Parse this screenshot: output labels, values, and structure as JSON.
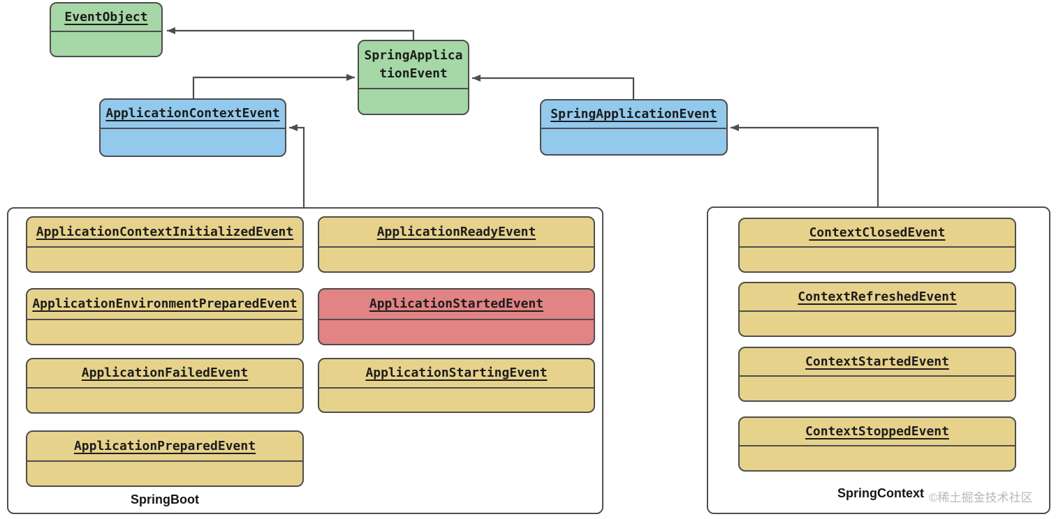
{
  "colors": {
    "green": "#a6d7a6",
    "blue": "#92c9ec",
    "yellow": "#e7d28c",
    "red": "#e28384",
    "line": "#4d4d4d",
    "container_background": "#ffffff",
    "class_text": "#1c1c1c",
    "watermark_text_color": "#b6b9be"
  },
  "top_classes": {
    "event_object": "EventObject",
    "spring_application_event_abstract_line1": "SpringApplica",
    "spring_application_event_abstract_line2": "tionEvent",
    "application_context_event": "ApplicationContextEvent",
    "spring_application_event": "SpringApplicationEvent"
  },
  "spring_boot": {
    "label": "SpringBoot",
    "left_column": [
      "ApplicationContextInitializedEvent",
      "ApplicationEnvironmentPreparedEvent",
      "ApplicationFailedEvent",
      "ApplicationPreparedEvent"
    ],
    "right_column": [
      "ApplicationReadyEvent",
      "ApplicationStartedEvent",
      "ApplicationStartingEvent"
    ],
    "highlighted_class": "ApplicationStartedEvent"
  },
  "spring_context": {
    "label": "SpringContext",
    "items": [
      "ContextClosedEvent",
      "ContextRefreshedEvent",
      "ContextStartedEvent",
      "ContextStoppedEvent"
    ]
  },
  "watermark": {
    "text": "©稀土掘金技术社区"
  }
}
